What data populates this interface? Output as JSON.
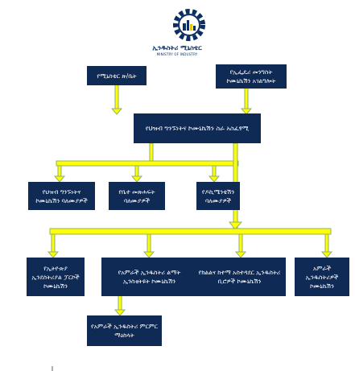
{
  "logo": {
    "title": "ኢንዱስትሪ ሚኒስቴር",
    "subtitle": "MINISTRY OF INDUSTRY",
    "colors": {
      "gear": "#0b2e63",
      "accent": "#f2c300"
    }
  },
  "diagram": {
    "box_color": "#0f2a55",
    "connector_fill": "#ffff00",
    "connector_stroke": "#8fb26a",
    "nodes": {
      "minister_office": "የሚኒስቴር ጽ/ቤት",
      "federal_gov": "የኢፌዴሪ መንግስት ኮሙኒኬሽን አገልግሎት",
      "central": "የህዝብ ግንኙነትና ኮሙኒኬሽን ስራ አስፈፃሚ",
      "mid_public_relations": "የህዝብ ግንኙነትና ኮሙኒኬሽን ባለሙያዎች",
      "mid_library": "የቤተ መጽሐፍት ባለሙያዎች",
      "mid_documentation": "የዶኪሜንቴሽን ባለሙያዎች",
      "bottom_industrial_parks": "የኢትዮጵያ ኢንደስትሪያል ፓርኮች ኮሙኒኬሽን",
      "bottom_dev_institutes": "የአምራች ኢንዱስትሪ ልማት ኢንስቲትዩት ኮሙኒኬሽን",
      "bottom_city_bureaus": "የክልልና ከተማ አስተዳደር ኢንዱስትሪ ቢሮዎች ኮሙኒኬሽን",
      "bottom_manufacturers": "አምራች ኢንዱስትሪዎች ኮሙኒኬሽን",
      "research_center": "የአምራች ኢንዱስትሪ ምርምር ማዕከላት"
    }
  }
}
